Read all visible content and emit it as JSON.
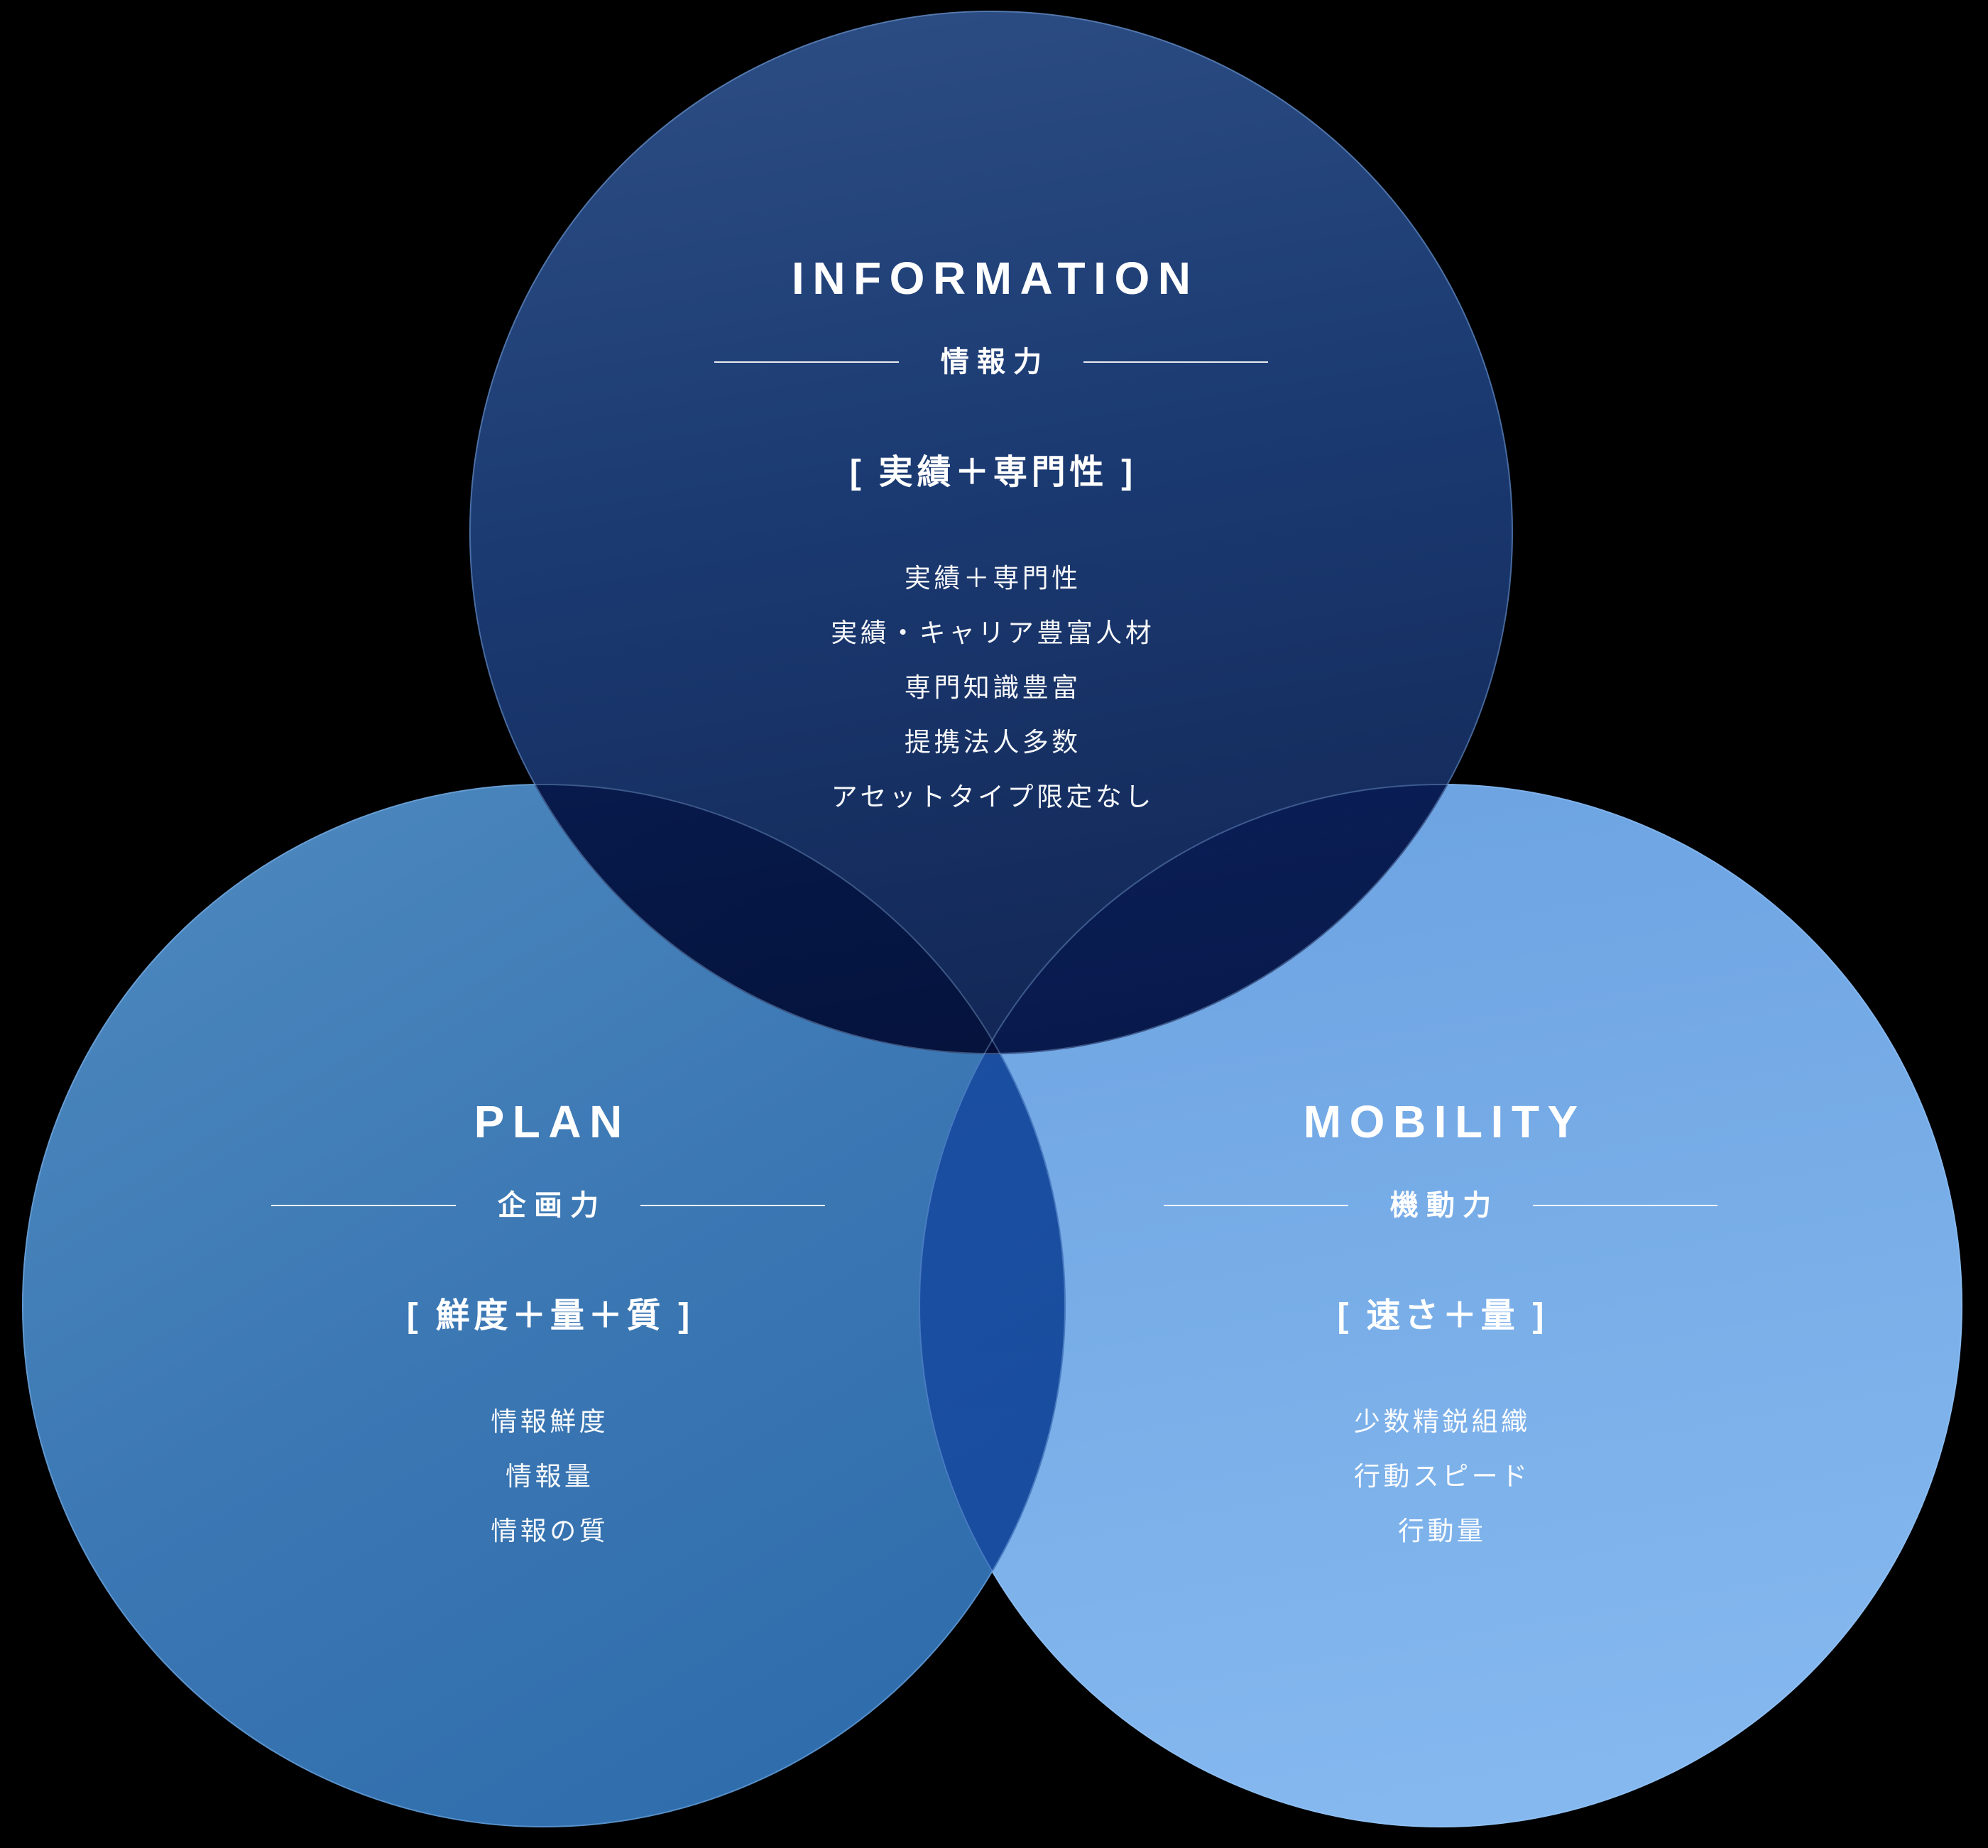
{
  "background_color": "#000000",
  "text_color": "#ffffff",
  "divider_color": "#ffffff",
  "circles": [
    {
      "id": "information",
      "title": "INFORMATION",
      "subtitle": "情報力",
      "bracket": "[ 実績＋専門性 ]",
      "items": [
        "実績＋専門性",
        "実績・キャリア豊富人材",
        "専門知識豊富",
        "提携法人多数",
        "アセットタイプ限定なし"
      ],
      "color_start": "#2e4f86",
      "color_end": "#112451"
    },
    {
      "id": "plan",
      "title": "PLAN",
      "subtitle": "企画力",
      "bracket": "[ 鮮度＋量＋質 ]",
      "items": [
        "情報鮮度",
        "情報量",
        "情報の質"
      ],
      "color_start": "#4f8ac0",
      "color_end": "#2b69aa"
    },
    {
      "id": "mobility",
      "title": "MOBILITY",
      "subtitle": "機動力",
      "bracket": "[ 速さ＋量 ]",
      "items": [
        "少数精鋭組織",
        "行動スピード",
        "行動量"
      ],
      "color_start": "#6ba2e1",
      "color_end": "#87baf0"
    }
  ]
}
